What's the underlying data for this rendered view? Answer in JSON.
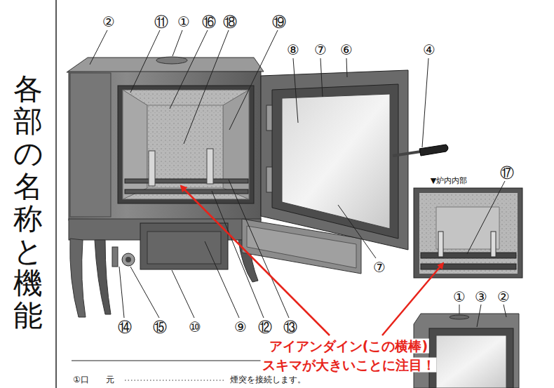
{
  "diagram": {
    "title": "各部の名称と機能",
    "labels": [
      "②",
      "⑪",
      "①",
      "⑯",
      "⑱",
      "⑲",
      "⑧",
      "⑦",
      "⑥",
      "④",
      "▼炉内内部",
      "⑰",
      "⑦",
      "⑭",
      "⑮",
      "⑩",
      "⑨",
      "⑫",
      "⑬",
      "①",
      "③",
      "②",
      "アイアンダイン(この横棒)",
      "スキマが大きいことに注目！",
      "①口　　元",
      "煙突を接続します。"
    ]
  }
}
